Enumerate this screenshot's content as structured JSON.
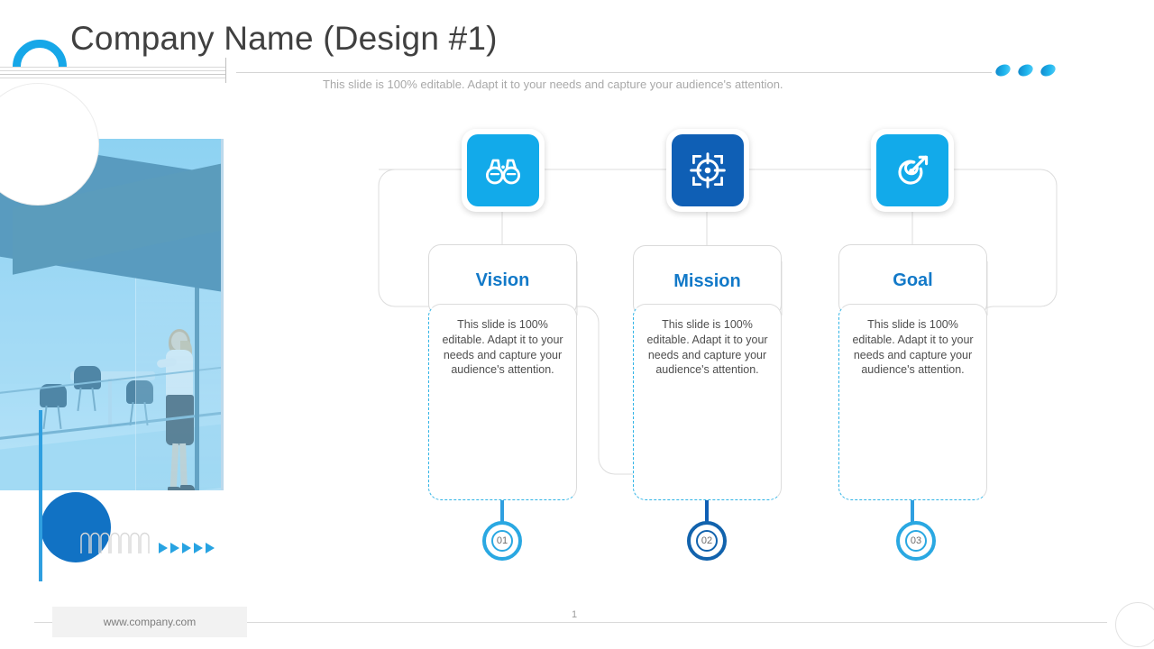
{
  "header": {
    "title": "Company Name (Design #1)",
    "subtitle": "This slide is 100% editable. Adapt it to your needs and capture your audience's attention.",
    "arc_icon": "half-ring-arc",
    "dots": [
      "dot-1",
      "dot-2",
      "dot-3"
    ]
  },
  "colors": {
    "accent_light": "#12aaea",
    "accent_dark": "#0f5fb5",
    "title_text": "#404040",
    "card_title": "#1279c8",
    "body_text": "#4e4e4e",
    "subtitle_text": "#a9a9a9",
    "dash_border": "#31b4e6",
    "circle_fill": "#1172c4"
  },
  "left_decor": {
    "photo_alt": "businesswoman standing on rooftop terrace with glass railing",
    "circle_shape": "blue-filled-circle",
    "vertical_line": "blue-vertical-line",
    "squiggle": "wave-squiggle-shape",
    "arrow_count": 5
  },
  "diagram": {
    "items": [
      {
        "icon": "binoculars-icon",
        "icon_style": "light",
        "title": "Vision",
        "body": "This slide is 100% editable. Adapt it to your needs and capture your audience's attention.",
        "number": "01"
      },
      {
        "icon": "crosshair-target-icon",
        "icon_style": "dark",
        "title": "Mission",
        "body": "This slide is 100% editable. Adapt it to your needs and capture your audience's attention.",
        "number": "02"
      },
      {
        "icon": "dartboard-arrow-icon",
        "icon_style": "light",
        "title": "Goal",
        "body": "This slide is 100% editable. Adapt it to your needs and capture your audience's attention.",
        "number": "03"
      }
    ]
  },
  "footer": {
    "url": "www.company.com",
    "page_number": "1"
  }
}
